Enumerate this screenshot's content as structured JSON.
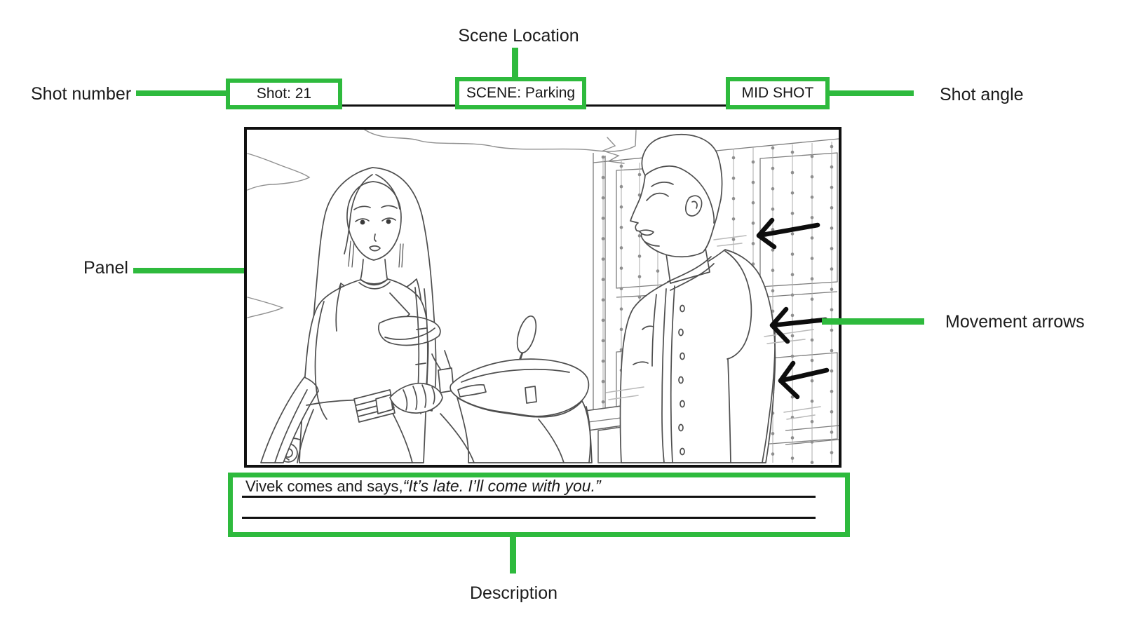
{
  "colors": {
    "accent_green": "#2eba3d",
    "ink_black": "#101010",
    "sketch_gray": "#4e4e4e"
  },
  "labels": {
    "scene_location": "Scene Location",
    "shot_number": "Shot number",
    "shot_angle": "Shot angle",
    "panel": "Panel",
    "movement_arrows": "Movement arrows",
    "description": "Description"
  },
  "storyboard": {
    "shot_number_value": "Shot: 21",
    "scene_value": "SCENE: Parking",
    "shot_angle_value": "MID SHOT",
    "description_prefix": "Vivek comes and says,",
    "description_quote": "“It’s late. I’ll come with you.”"
  }
}
